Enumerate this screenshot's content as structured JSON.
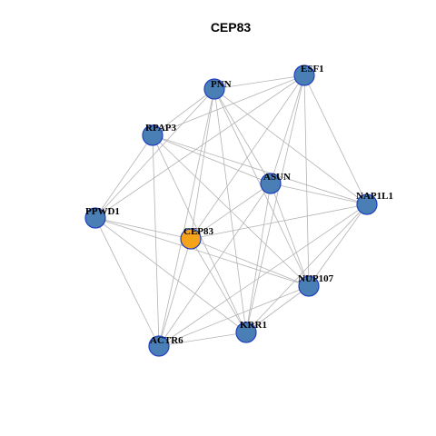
{
  "title": "CEP83",
  "colors": {
    "hub": "#f5a31a",
    "node": "#4a7fb5",
    "node_border": "#1f3fbf",
    "edge": "#b3b3b3"
  },
  "nodes": [
    {
      "id": "PNN",
      "label": "PNN",
      "hub": false
    },
    {
      "id": "ESF1",
      "label": "ESF1",
      "hub": false
    },
    {
      "id": "RPAP3",
      "label": "RPAP3",
      "hub": false
    },
    {
      "id": "ASUN",
      "label": "ASUN",
      "hub": false
    },
    {
      "id": "NAP1L1",
      "label": "NAP1L1",
      "hub": false
    },
    {
      "id": "PPWD1",
      "label": "PPWD1",
      "hub": false
    },
    {
      "id": "CEP83",
      "label": "CEP83",
      "hub": true
    },
    {
      "id": "NUP107",
      "label": "NUP107",
      "hub": false
    },
    {
      "id": "KRR1",
      "label": "KRR1",
      "hub": false
    },
    {
      "id": "ACTR6",
      "label": "ACTR6",
      "hub": false
    }
  ],
  "edges": [
    [
      "PNN",
      "ESF1"
    ],
    [
      "PNN",
      "RPAP3"
    ],
    [
      "PNN",
      "ASUN"
    ],
    [
      "PNN",
      "NAP1L1"
    ],
    [
      "PNN",
      "PPWD1"
    ],
    [
      "PNN",
      "CEP83"
    ],
    [
      "PNN",
      "NUP107"
    ],
    [
      "PNN",
      "KRR1"
    ],
    [
      "PNN",
      "ACTR6"
    ],
    [
      "ESF1",
      "RPAP3"
    ],
    [
      "ESF1",
      "ASUN"
    ],
    [
      "ESF1",
      "NAP1L1"
    ],
    [
      "ESF1",
      "PPWD1"
    ],
    [
      "ESF1",
      "CEP83"
    ],
    [
      "ESF1",
      "NUP107"
    ],
    [
      "ESF1",
      "KRR1"
    ],
    [
      "RPAP3",
      "ASUN"
    ],
    [
      "RPAP3",
      "NAP1L1"
    ],
    [
      "RPAP3",
      "PPWD1"
    ],
    [
      "RPAP3",
      "NUP107"
    ],
    [
      "RPAP3",
      "KRR1"
    ],
    [
      "RPAP3",
      "ACTR6"
    ],
    [
      "ASUN",
      "NAP1L1"
    ],
    [
      "ASUN",
      "CEP83"
    ],
    [
      "ASUN",
      "NUP107"
    ],
    [
      "ASUN",
      "KRR1"
    ],
    [
      "ASUN",
      "ACTR6"
    ],
    [
      "NAP1L1",
      "CEP83"
    ],
    [
      "NAP1L1",
      "NUP107"
    ],
    [
      "NAP1L1",
      "KRR1"
    ],
    [
      "NAP1L1",
      "ACTR6"
    ],
    [
      "PPWD1",
      "CEP83"
    ],
    [
      "PPWD1",
      "NUP107"
    ],
    [
      "PPWD1",
      "KRR1"
    ],
    [
      "PPWD1",
      "ACTR6"
    ],
    [
      "CEP83",
      "NUP107"
    ],
    [
      "CEP83",
      "KRR1"
    ],
    [
      "CEP83",
      "ACTR6"
    ],
    [
      "NUP107",
      "KRR1"
    ],
    [
      "NUP107",
      "ACTR6"
    ],
    [
      "KRR1",
      "ACTR6"
    ]
  ]
}
